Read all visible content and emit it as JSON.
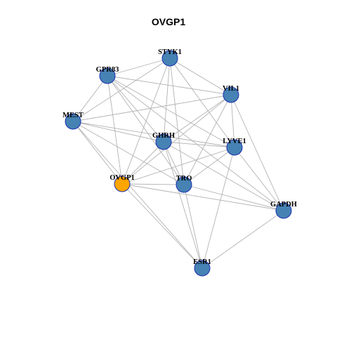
{
  "title": "OVGP1",
  "colors": {
    "node_default": "#4682b4",
    "node_highlight": "#ffa500",
    "node_border": "#1a2fb0",
    "edge": "#b3b3b3"
  },
  "network": {
    "highlight_node": "OVGP1",
    "nodes": [
      "STYK1",
      "GPR83",
      "VIL1",
      "MEST",
      "GHRH",
      "LYVE1",
      "OVGP1",
      "TRO",
      "GAPDH",
      "ESR1"
    ],
    "edges": [
      [
        "STYK1",
        "GPR83"
      ],
      [
        "STYK1",
        "VIL1"
      ],
      [
        "STYK1",
        "MEST"
      ],
      [
        "STYK1",
        "GHRH"
      ],
      [
        "STYK1",
        "LYVE1"
      ],
      [
        "STYK1",
        "OVGP1"
      ],
      [
        "STYK1",
        "TRO"
      ],
      [
        "GPR83",
        "VIL1"
      ],
      [
        "GPR83",
        "MEST"
      ],
      [
        "GPR83",
        "GHRH"
      ],
      [
        "GPR83",
        "LYVE1"
      ],
      [
        "GPR83",
        "OVGP1"
      ],
      [
        "GPR83",
        "TRO"
      ],
      [
        "GPR83",
        "GAPDH"
      ],
      [
        "VIL1",
        "MEST"
      ],
      [
        "VIL1",
        "GHRH"
      ],
      [
        "VIL1",
        "LYVE1"
      ],
      [
        "VIL1",
        "OVGP1"
      ],
      [
        "VIL1",
        "TRO"
      ],
      [
        "VIL1",
        "GAPDH"
      ],
      [
        "MEST",
        "GHRH"
      ],
      [
        "MEST",
        "LYVE1"
      ],
      [
        "MEST",
        "OVGP1"
      ],
      [
        "MEST",
        "TRO"
      ],
      [
        "MEST",
        "ESR1"
      ],
      [
        "GHRH",
        "LYVE1"
      ],
      [
        "GHRH",
        "OVGP1"
      ],
      [
        "GHRH",
        "TRO"
      ],
      [
        "GHRH",
        "GAPDH"
      ],
      [
        "GHRH",
        "ESR1"
      ],
      [
        "LYVE1",
        "OVGP1"
      ],
      [
        "LYVE1",
        "TRO"
      ],
      [
        "LYVE1",
        "GAPDH"
      ],
      [
        "LYVE1",
        "ESR1"
      ],
      [
        "OVGP1",
        "TRO"
      ],
      [
        "OVGP1",
        "GAPDH"
      ],
      [
        "OVGP1",
        "ESR1"
      ],
      [
        "TRO",
        "GAPDH"
      ],
      [
        "TRO",
        "ESR1"
      ],
      [
        "GAPDH",
        "ESR1"
      ]
    ]
  }
}
